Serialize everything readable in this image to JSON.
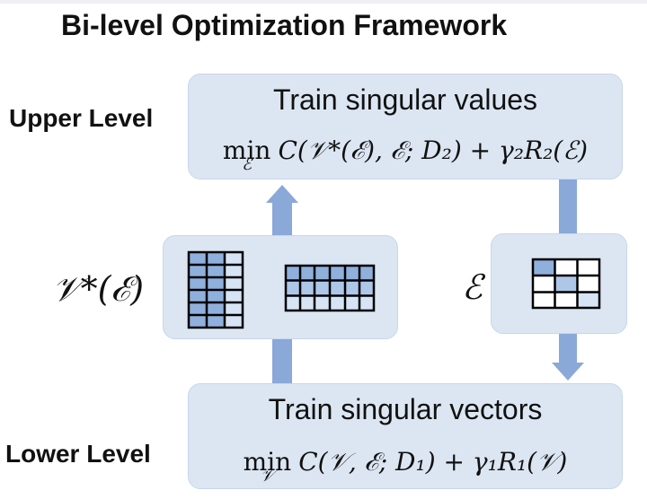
{
  "title": "Bi-level Optimization Framework",
  "labels": {
    "upper_level": "Upper Level",
    "lower_level": "Lower Level",
    "v_star_of_e": "𝒱*(ℰ)",
    "epsilon": "ℰ"
  },
  "upper_box": {
    "title": "Train singular values",
    "min_op": "min",
    "min_sub": "ℰ",
    "objective": "C(𝒱*(ℰ), ℰ; D₂) + γ₂R₂(ℰ)"
  },
  "lower_box": {
    "title": "Train singular vectors",
    "min_op": "min",
    "min_sub": "𝒱",
    "objective": "C(𝒱, ℰ; D₁) + γ₁R₁(𝒱)"
  },
  "colors": {
    "box_fill": "#dce6f3",
    "arrow": "#8aa8d8",
    "cell_dark": "#8fb0dc",
    "cell_light": "#d6e4f5"
  }
}
